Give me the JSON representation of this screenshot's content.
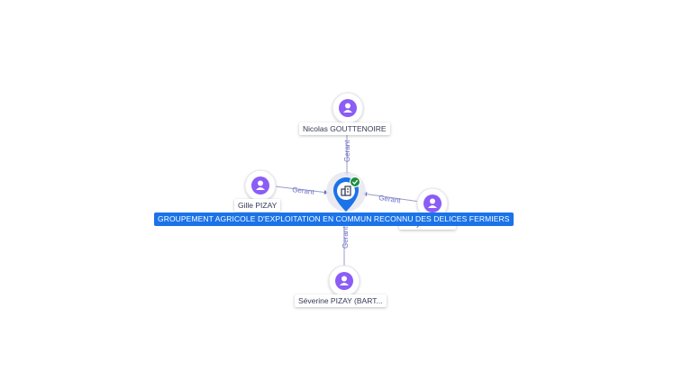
{
  "colors": {
    "company": "#1a73e8",
    "person": "#8b5cf6",
    "verified": "#1e8e3e",
    "edge": "#9a9cc4",
    "edge_label": "#6b6fc8"
  },
  "company": {
    "name": "GROUPEMENT AGRICOLE D'EXPLOITATION EN COMMUN RECONNU DES DELICES FERMIERS",
    "icon": "building-icon",
    "verified_icon": "check-icon"
  },
  "people": [
    {
      "id": "top",
      "name": "Nicolas GOUTTENOIRE",
      "icon": "person-icon"
    },
    {
      "id": "left",
      "name": "Gille PIZAY",
      "icon": "person-icon"
    },
    {
      "id": "right",
      "name": "Betty GIRARD",
      "icon": "person-icon"
    },
    {
      "id": "bottom",
      "name": "Séverine PIZAY (BART...",
      "icon": "person-icon"
    }
  ],
  "edges": [
    {
      "from": "top",
      "label": "Gerant"
    },
    {
      "from": "left",
      "label": "Gerant"
    },
    {
      "from": "right",
      "label": "Gerant"
    },
    {
      "from": "bottom",
      "label": "Gerant"
    }
  ]
}
